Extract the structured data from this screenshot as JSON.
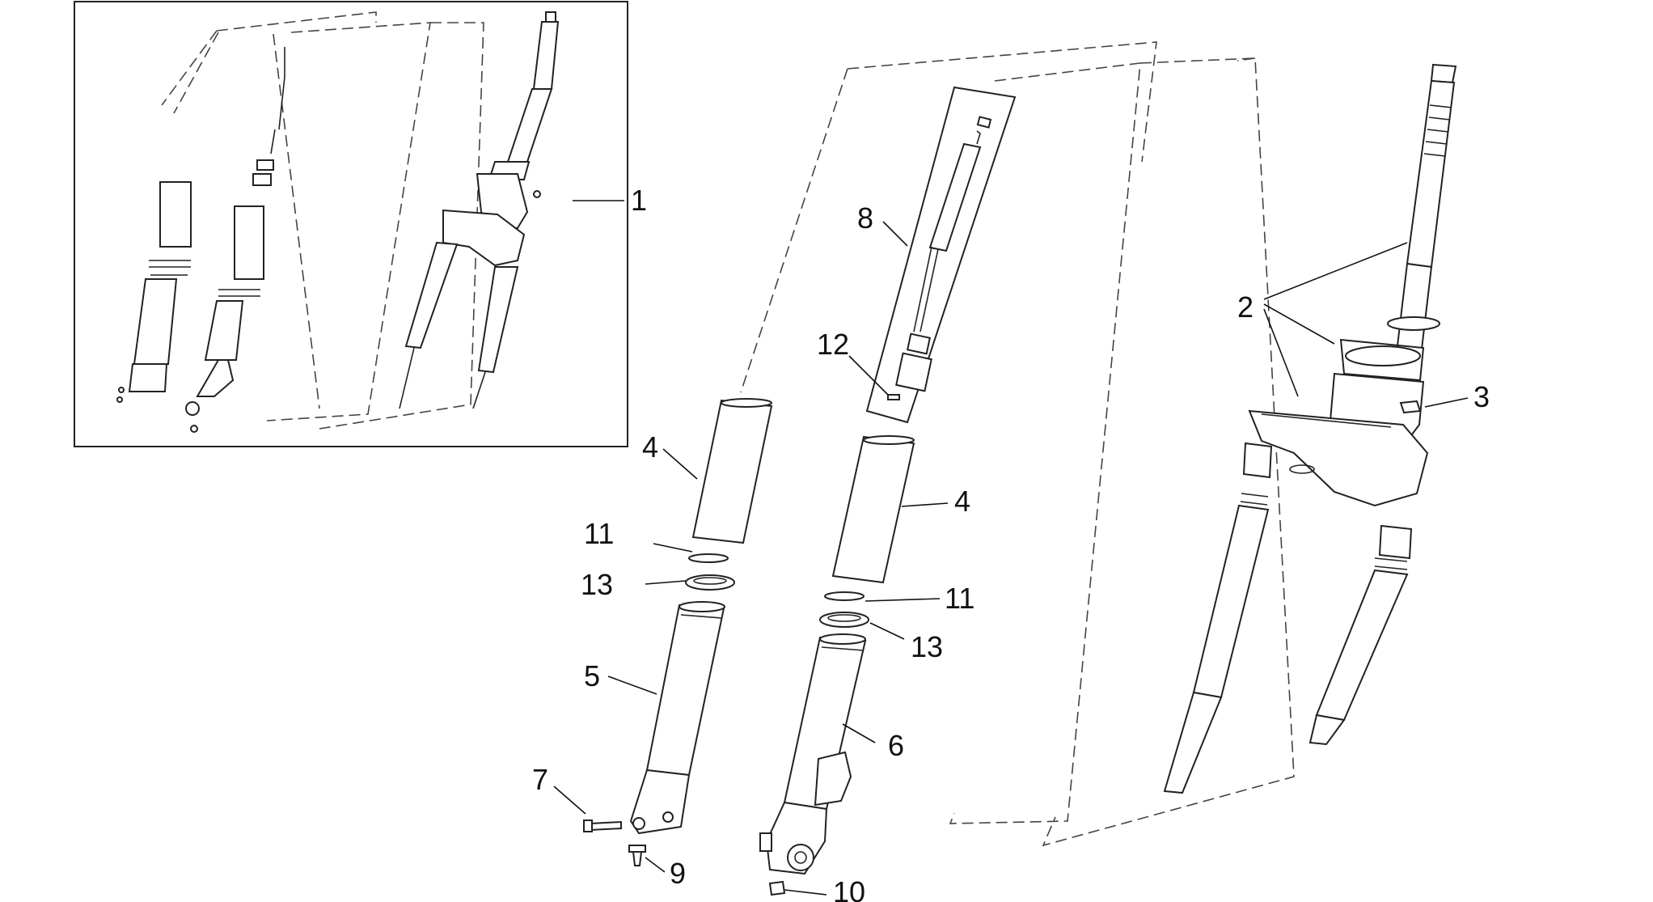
{
  "diagram": {
    "callouts": {
      "c1": "1",
      "c2": "2",
      "c3": "3",
      "c4a": "4",
      "c4b": "4",
      "c5": "5",
      "c6": "6",
      "c7": "7",
      "c8": "8",
      "c9": "9",
      "c10": "10",
      "c11a": "11",
      "c11b": "11",
      "c12": "12",
      "c13a": "13",
      "c13b": "13"
    }
  }
}
